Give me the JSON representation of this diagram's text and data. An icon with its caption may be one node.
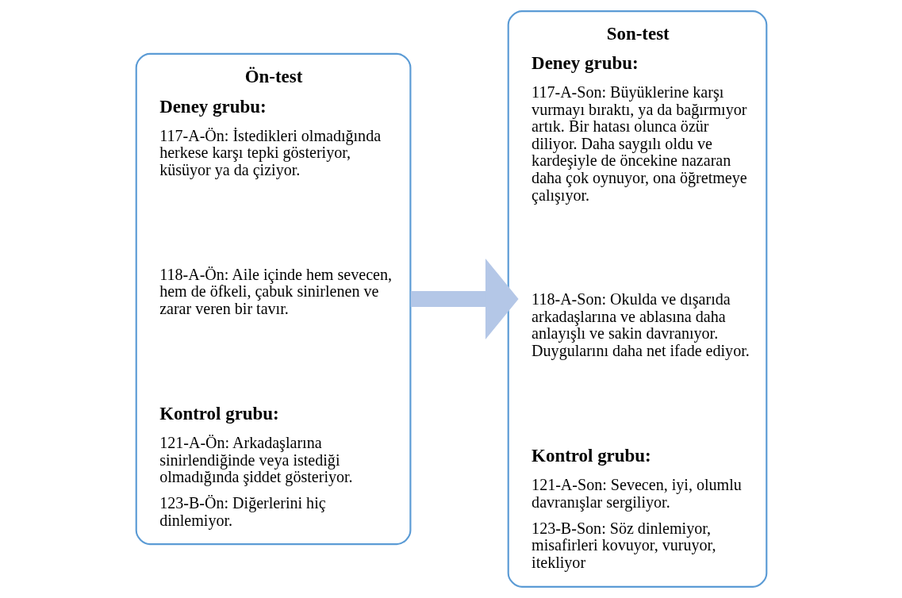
{
  "diagram": {
    "nodes": [
      {
        "text": [
          "Ön-test",
          "Deney grubu:",
          "117-A-Ön: İstedikleri olmadığında herkese karşı tepki gösteriyor, küsüyor ya da çiziyor.",
          "118-A-Ön: Aile içinde hem sevecen, hem de öfkeli, çabuk sinirlenen ve zarar veren bir tavır.",
          "Kontrol grubu:",
          "121-A-Ön: Arkadaşlarına sinirlendiğinde veya istediği olmadığında şiddet gösteriyor.",
          "123-B-Ön: Diğerlerini hiç dinlemiyor."
        ]
      },
      {
        "text": [
          "Son-test",
          "Deney grubu:",
          "117-A-Son: Büyüklerine karşı vurmayı bıraktı, ya da bağırmıyor artık. Bir hatası olunca özür diliyor. Daha saygılı oldu ve kardeşiyle de öncekine nazaran daha çok oynuyor, ona öğretmeye çalışıyor.",
          "118-A-Son: Okulda ve dışarıda arkadaşlarına ve ablasına daha anlayışlı ve sakin davranıyor. Duygularını daha net ifade ediyor.",
          "Kontrol grubu:",
          "121-A-Son: Sevecen, iyi, olumlu davranışlar sergiliyor.",
          "123-B-Son: Söz dinlemiyor, misafirleri kovuyor, vuruyor, itekliyor"
        ]
      }
    ],
    "edges": [
      {
        "from": 0,
        "to": 1,
        "arrow": "to",
        "color": "#b4c7e7"
      }
    ]
  }
}
